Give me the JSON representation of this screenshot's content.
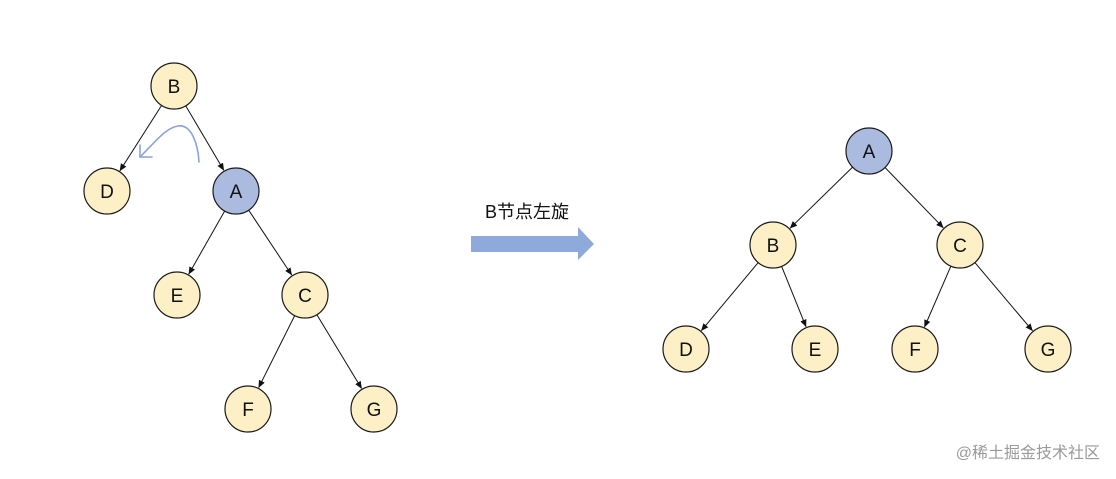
{
  "colors": {
    "node_fill": "#fdf0c6",
    "highlight_fill": "#aabbdf",
    "arrow_fill": "#8eaadb",
    "rotate_stroke": "#8ca4d9",
    "edge": "#111111"
  },
  "before_tree": {
    "nodes": [
      {
        "id": "B",
        "label": "B",
        "highlight": false
      },
      {
        "id": "D",
        "label": "D",
        "highlight": false
      },
      {
        "id": "A",
        "label": "A",
        "highlight": true
      },
      {
        "id": "E",
        "label": "E",
        "highlight": false
      },
      {
        "id": "C",
        "label": "C",
        "highlight": false
      },
      {
        "id": "F",
        "label": "F",
        "highlight": false
      },
      {
        "id": "G",
        "label": "G",
        "highlight": false
      }
    ],
    "edges": [
      [
        "B",
        "D"
      ],
      [
        "B",
        "A"
      ],
      [
        "A",
        "E"
      ],
      [
        "A",
        "C"
      ],
      [
        "C",
        "F"
      ],
      [
        "C",
        "G"
      ]
    ]
  },
  "after_tree": {
    "nodes": [
      {
        "id": "A",
        "label": "A",
        "highlight": true
      },
      {
        "id": "B",
        "label": "B",
        "highlight": false
      },
      {
        "id": "C",
        "label": "C",
        "highlight": false
      },
      {
        "id": "D",
        "label": "D",
        "highlight": false
      },
      {
        "id": "E",
        "label": "E",
        "highlight": false
      },
      {
        "id": "F",
        "label": "F",
        "highlight": false
      },
      {
        "id": "G",
        "label": "G",
        "highlight": false
      }
    ],
    "edges": [
      [
        "A",
        "B"
      ],
      [
        "A",
        "C"
      ],
      [
        "B",
        "D"
      ],
      [
        "B",
        "E"
      ],
      [
        "C",
        "F"
      ],
      [
        "C",
        "G"
      ]
    ]
  },
  "transition": {
    "caption": "B节点左旋",
    "arrow_icon": "right-arrow-icon",
    "rotation_icon": "curved-rotate-arrow-icon"
  },
  "watermark": "@稀土掘金技术社区"
}
